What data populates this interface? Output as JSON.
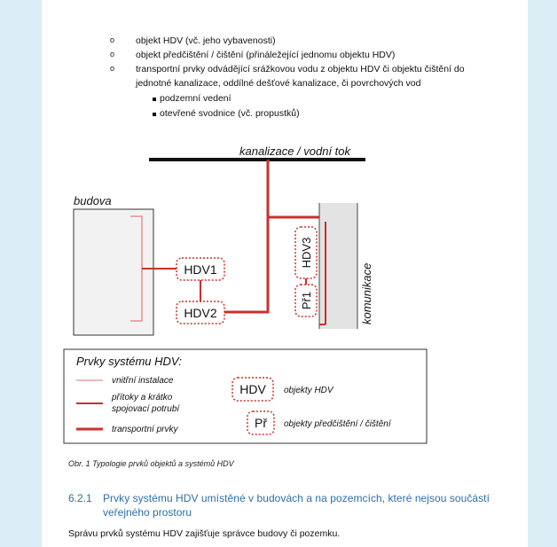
{
  "bullets": {
    "l1": "objekt HDV (vč. jeho vybavenosti)",
    "l2": "objekt předčištění / čištění (přináležející jednomu objektu HDV)",
    "l3a": "transportní prvky odvádějící srážkovou vodu z objektu HDV či objektu čištění do",
    "l3b": "jednotné kanalizace, oddílné dešťové kanalizace, či povrchových vod",
    "sub1": "podzemní vedení",
    "sub2": "otevřené svodnice (vč. propustků)"
  },
  "diagram": {
    "top_label": "kanalizace / vodní tok",
    "building_label": "budova",
    "hdv1": "HDV1",
    "hdv2": "HDV2",
    "hdv3": "HDV3",
    "pr1": "Př1",
    "road_label": "komunikace"
  },
  "legend": {
    "title": "Prvky systému HDV:",
    "item1": "vnitřní instalace",
    "item2a": "přítoky a krátko",
    "item2b": "spojovací potrubí",
    "item3": "transportní prvky",
    "box_hdv": "HDV",
    "box_hdv_desc": "objekty HDV",
    "box_pr": "Př",
    "box_pr_desc": "objekty předčištění / čištění"
  },
  "caption": "Obr. 1 Typologie prvků objektů a systémů HDV",
  "section": {
    "number": "6.2.1",
    "title_a": "Prvky  systému  HDV  umístěné  v budovách  a  na  pozemcích,  které  nejsou  součástí",
    "title_b": "veřejného prostoru"
  },
  "paragraph": "Správu prvků systému HDV zajišťuje správce budovy či pozemku.",
  "colors": {
    "red": "#c8312c",
    "light_red": "#e88f8c",
    "link_blue": "#2e6fa8"
  }
}
